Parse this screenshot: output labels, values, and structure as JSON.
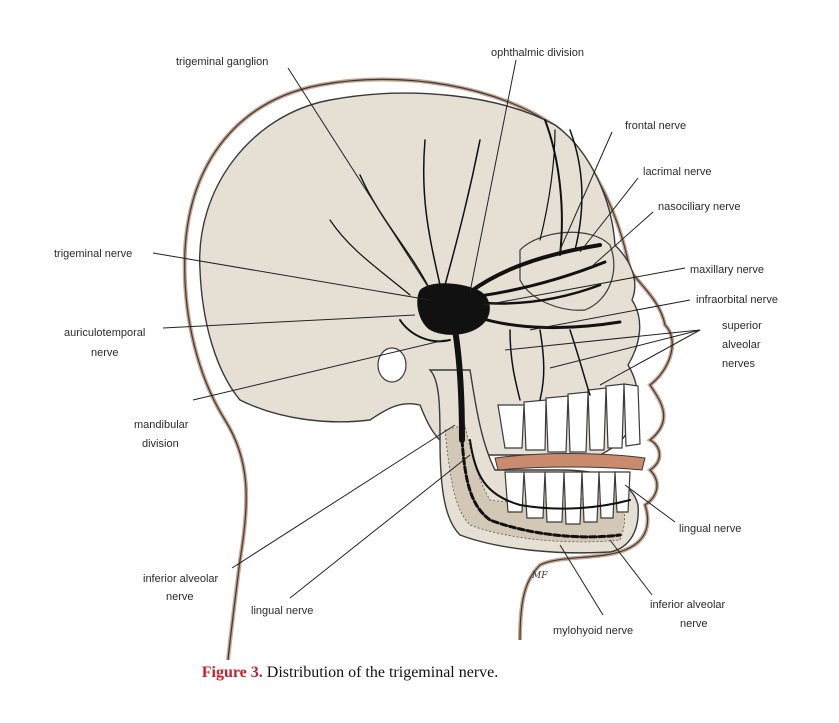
{
  "figure": {
    "number_label": "Figure 3.",
    "caption_text": "Distribution of the trigeminal nerve.",
    "artist_signature": "MF"
  },
  "labels": {
    "trigeminal_ganglion": "trigeminal ganglion",
    "ophthalmic_division": "ophthalmic division",
    "frontal_nerve": "frontal nerve",
    "lacrimal_nerve": "lacrimal nerve",
    "nasociliary_nerve": "nasociliary nerve",
    "trigeminal_nerve": "trigeminal nerve",
    "maxillary_nerve": "maxillary nerve",
    "infraorbital_nerve": "infraorbital nerve",
    "auriculotemporal_line1": "auriculotemporal",
    "auriculotemporal_line2": "nerve",
    "superior_alveolar_line1": "superior",
    "superior_alveolar_line2": "alveolar",
    "superior_alveolar_line3": "nerves",
    "mandibular_line1": "mandibular",
    "mandibular_line2": "division",
    "lingual_nerve_right": "lingual nerve",
    "inferior_alveolar_left_line1": "inferior alveolar",
    "inferior_alveolar_left_line2": "nerve",
    "lingual_nerve_bottom": "lingual nerve",
    "mylohyoid_nerve": "mylohyoid nerve",
    "inferior_alveolar_right_line1": "inferior alveolar",
    "inferior_alveolar_right_line2": "nerve"
  },
  "colors": {
    "skull_fill": "#e6dfd4",
    "outline": "#3a3a3a",
    "skin_line": "#c9a58e",
    "nerve": "#111111",
    "gum": "#c98a6e",
    "caption_red": "#c8202a"
  }
}
